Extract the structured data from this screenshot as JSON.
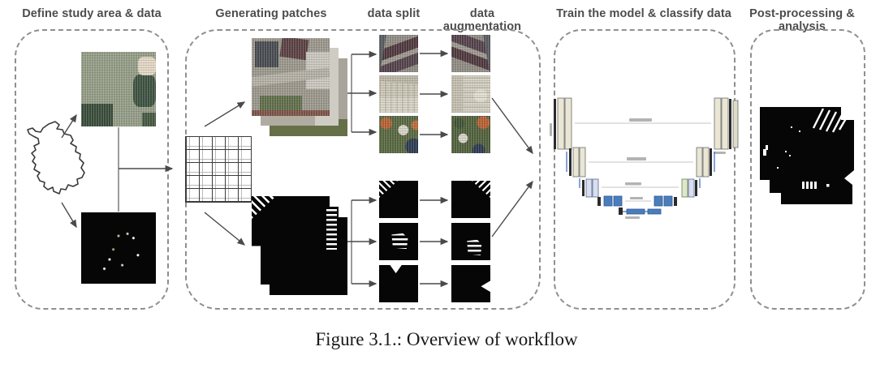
{
  "figure": {
    "caption": "Figure 3.1.: Overview of workflow"
  },
  "panels": {
    "define": {
      "title": "Define study area & data"
    },
    "generate": {
      "title": "Generating patches"
    },
    "split": {
      "title": "data split"
    },
    "augment": {
      "title": "data augmentation"
    },
    "train": {
      "title": "Train the model & classify data"
    },
    "post": {
      "title": "Post-processing & analysis"
    }
  },
  "images": {
    "study_area_outline": "map-boundary-outline",
    "study_area_aerial": "aerial-orthophoto",
    "study_area_mask": "label-mask",
    "patch_grid": "tiling-grid-5x5",
    "model": "u-net-architecture",
    "result_mask": "classified-output-mask"
  },
  "colors": {
    "panel_border": "#8f8f8f",
    "title_text": "#4d4d4d",
    "arrow": "#4a4a4a",
    "mask_black": "#060606",
    "unet_bar_fill": "#e9e6d4",
    "unet_bar_stroke": "#6b6b6b",
    "unet_blue": "#4a7ebb",
    "unet_blue_dark": "#2f5597",
    "skip_line": "#c4c4c4"
  }
}
